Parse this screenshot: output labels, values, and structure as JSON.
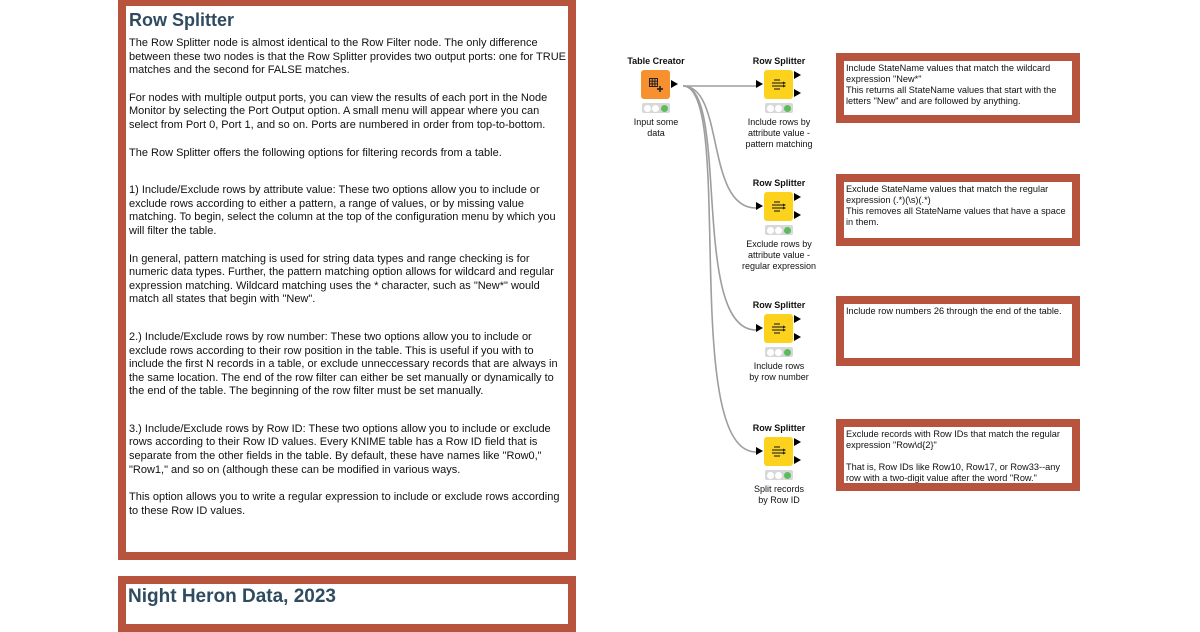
{
  "main_annotation": {
    "title": "Row Splitter",
    "paragraphs": [
      "The Row Splitter node is almost identical to the Row Filter node. The only difference between these two nodes is that the Row Splitter provides two output ports: one for TRUE matches and the second for FALSE matches.",
      "For nodes with multiple output ports, you can view the results of each port in the Node Monitor by selecting the Port Output option. A small menu will appear where you can select from Port 0, Port 1, and so on. Ports are numbered in order from top-to-bottom.",
      "The Row Splitter offers the following options for filtering records from a table.",
      "1) Include/Exclude rows by attribute value: These two options allow you to include or exclude rows according to either a pattern, a range of values, or by missing value matching. To begin, select the column at the top of the configuration menu by which you will filter the table.",
      "In general, pattern matching is used for string data types and range checking is for numeric data types. Further, the pattern matching option allows for wildcard and regular expression matching. Wildcard matching uses the * character, such as \"New*\" would match all states that begin with \"New\".",
      "2.) Include/Exclude rows by row number: These two options allow you to include or exclude rows according to their row position in the table. This is useful if you with to include the first N records in a table, or exclude unneccessary records that are always in the same location. The end of the row filter can either be set manually or dynamically to the end of the table. The beginning of the row filter must be set manually.",
      "3.) Include/Exclude rows by Row ID: These two options allow you to include or exclude rows according to their Row ID values. Every KNIME table has a Row ID field that is separate from the other fields in the table. By default, these have names like \"Row0,\" \"Row1,\" and so on (although these can be modified in various ways.",
      "This option allows you to write a regular expression to include or exclude rows according to these Row ID values."
    ]
  },
  "heron_annotation": {
    "title": "Night Heron Data, 2023"
  },
  "nodes": [
    {
      "name": "Table Creator",
      "caption_lines": [
        "Input some",
        "data"
      ],
      "color": "#f7902f",
      "icon": "table-plus-icon",
      "status": "green"
    },
    {
      "name": "Row Splitter",
      "caption_lines": [
        "Include rows by",
        "attribute value -",
        "pattern matching"
      ],
      "color": "#fcd21c",
      "icon": "row-splitter-icon",
      "status": "green"
    },
    {
      "name": "Row Splitter",
      "caption_lines": [
        "Exclude rows by",
        "attribute value -",
        "regular expression"
      ],
      "color": "#fcd21c",
      "icon": "row-splitter-icon",
      "status": "green"
    },
    {
      "name": "Row Splitter",
      "caption_lines": [
        "Include rows",
        "by row number"
      ],
      "color": "#fcd21c",
      "icon": "row-splitter-icon",
      "status": "green"
    },
    {
      "name": "Row Splitter",
      "caption_lines": [
        "Split records",
        "by Row ID"
      ],
      "color": "#fcd21c",
      "icon": "row-splitter-icon",
      "status": "green"
    }
  ],
  "notes": [
    {
      "lines": [
        "Include StateName values that match the wildcard expression \"New*\"",
        "This returns all StateName values that start with the letters \"New\" and are followed by anything."
      ]
    },
    {
      "lines": [
        "Exclude StateName values that match the regular expression (.*)(\\s)(.*)",
        "This removes all StateName values that have a space in them."
      ]
    },
    {
      "lines": [
        "Include row numbers 26 through the end of the table."
      ]
    },
    {
      "lines": [
        "Exclude records with Row IDs that match the regular expression \"Row\\d{2}\"",
        "That is, Row IDs like Row10, Row17, or Row33--any row with a two-digit value after the word \"Row.\""
      ]
    }
  ],
  "colors": {
    "annotation_border": "#b8533d",
    "title_text": "#2f4b60",
    "source_node": "#f7902f",
    "manipulator_node": "#fcd21c",
    "status_green": "#5cbb5c",
    "connection": "#9e9e9e"
  }
}
